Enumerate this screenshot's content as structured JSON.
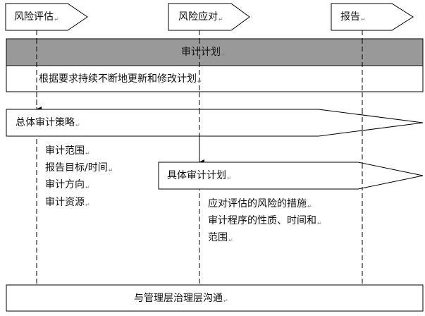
{
  "phases": [
    {
      "label": "风险评估"
    },
    {
      "label": "风险应对"
    },
    {
      "label": "报告"
    }
  ],
  "audit_plan": {
    "title": "审计计划",
    "note": "根据要求持续不断地更新和修改计划",
    "header_color": "#999999"
  },
  "overall_strategy": {
    "title": "总体审计策略",
    "items": [
      "审计范围",
      "报告目标/时间",
      "审计方向",
      "审计资源"
    ]
  },
  "specific_plan": {
    "title": "具体审计计划",
    "items": [
      "应对评估的风险的措施",
      "审计程序的性质、时间和",
      "范围"
    ]
  },
  "communication": {
    "label": "与管理层治理层沟通"
  }
}
